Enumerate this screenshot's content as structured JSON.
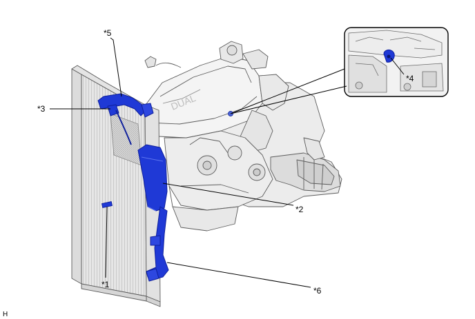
{
  "callouts": {
    "c1": "*1",
    "c2": "*2",
    "c3": "*3",
    "c4": "*4",
    "c5": "*5",
    "c6": "*6"
  },
  "corner_code": "H",
  "colors": {
    "highlight": "#1f39d6",
    "highlight_dark": "#0e1f9c",
    "line": "#000000",
    "engine_fill": "#f1f1f1",
    "engine_stroke": "#5a5a5a",
    "radiator_fill": "#e0e0e0"
  }
}
